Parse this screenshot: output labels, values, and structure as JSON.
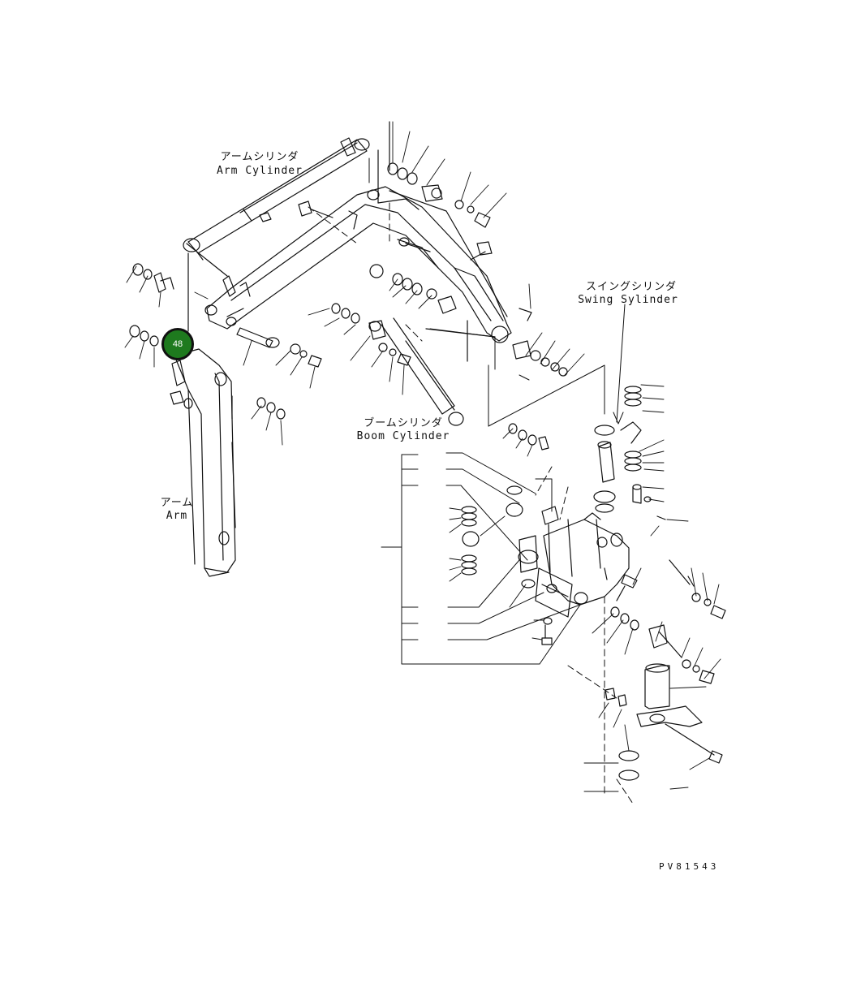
{
  "labels": {
    "arm_cylinder_jp": "アームシリンダ",
    "arm_cylinder_en": "Arm Cylinder",
    "swing_cylinder_jp": "スイングシリンダ",
    "swing_cylinder_en": "Swing Sylinder",
    "boom_cylinder_jp": "ブームシリンダ",
    "boom_cylinder_en": "Boom Cylinder",
    "arm_jp": "アーム",
    "arm_en": "Arm"
  },
  "drawing_code": "PV81543",
  "callout": {
    "number": "48",
    "color": "#1e7a1e"
  }
}
